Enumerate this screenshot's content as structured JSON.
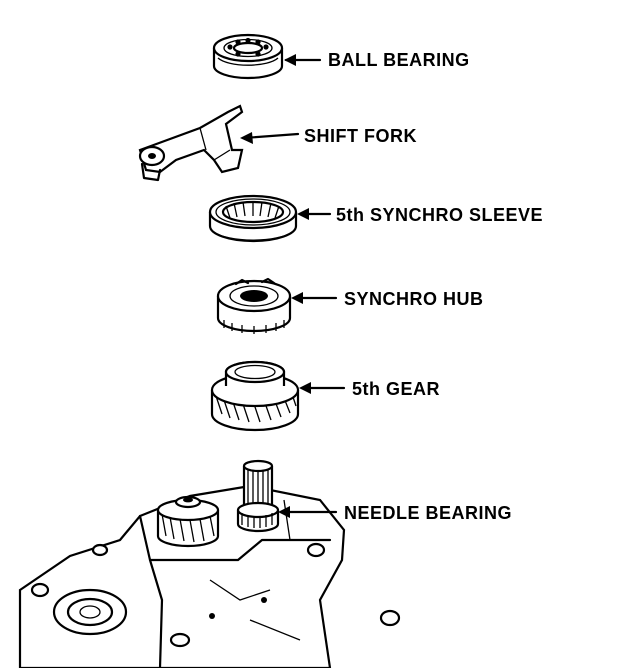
{
  "labels": {
    "ball_bearing": "BALL BEARING",
    "shift_fork": "SHIFT FORK",
    "synchro_sleeve": "5th SYNCHRO SLEEVE",
    "synchro_hub": "SYNCHRO HUB",
    "fifth_gear": "5th GEAR",
    "needle_bearing": "NEEDLE BEARING"
  },
  "colors": {
    "ink": "#000000",
    "paper": "#ffffff"
  }
}
